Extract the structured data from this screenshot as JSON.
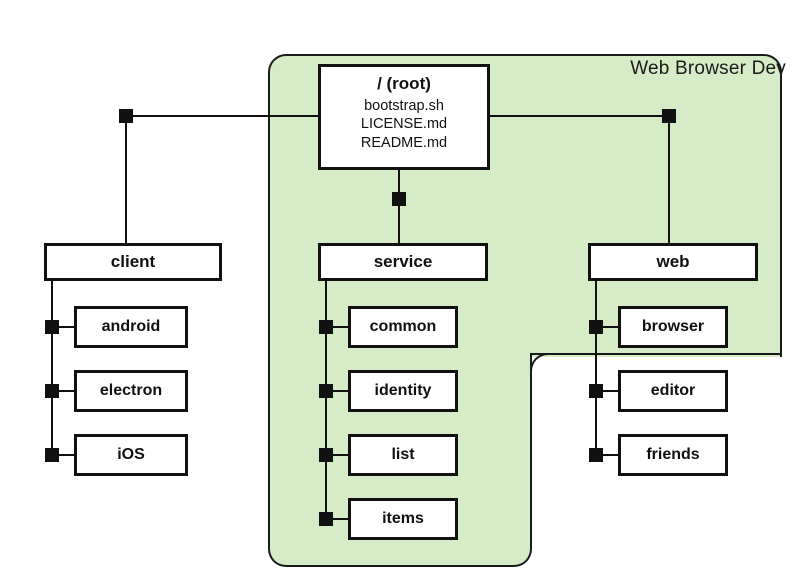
{
  "diagram": {
    "title_label": "Web Browser Dev",
    "colors": {
      "group_fill": "#d5ecc6",
      "stroke": "#111111",
      "node_fill": "#ffffff",
      "page_background": "#ffffff"
    },
    "root": {
      "title": "/ (root)",
      "files": [
        "bootstrap.sh",
        "LICENSE.md",
        "README.md"
      ]
    },
    "columns": [
      {
        "id": "client",
        "parent_label": "client",
        "children": [
          {
            "label": "android"
          },
          {
            "label": "electron"
          },
          {
            "label": "iOS"
          }
        ]
      },
      {
        "id": "service",
        "parent_label": "service",
        "children": [
          {
            "label": "common"
          },
          {
            "label": "identity"
          },
          {
            "label": "list"
          },
          {
            "label": "items"
          }
        ]
      },
      {
        "id": "web",
        "parent_label": "web",
        "children": [
          {
            "label": "browser"
          },
          {
            "label": "editor"
          },
          {
            "label": "friends"
          }
        ]
      }
    ]
  }
}
